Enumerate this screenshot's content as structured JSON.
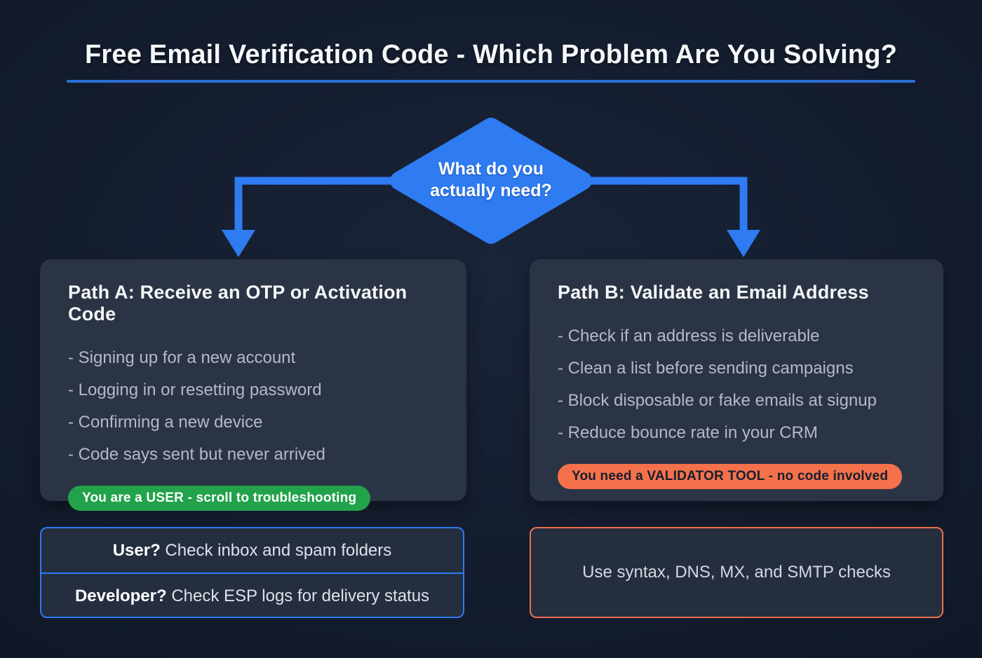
{
  "title": "Free Email Verification Code - Which Problem Are You Solving?",
  "decision": {
    "line1": "What do you",
    "line2": "actually need?"
  },
  "path_a": {
    "heading": "Path A: Receive an OTP or Activation Code",
    "items": [
      "- Signing up for a new account",
      "- Logging in or resetting password",
      "- Confirming a new device",
      "- Code says sent but never arrived"
    ],
    "badge": "You are a USER - scroll to troubleshooting"
  },
  "path_b": {
    "heading": "Path B: Validate an Email Address",
    "items": [
      "- Check if an address is deliverable",
      "- Clean a list before sending campaigns",
      "- Block disposable or fake emails at signup",
      "- Reduce bounce rate in your CRM"
    ],
    "badge": "You need a VALIDATOR TOOL - no code involved"
  },
  "footer": {
    "user_row": {
      "bold": "User?",
      "text": "Check inbox and spam folders"
    },
    "developer_row": {
      "bold": "Developer?",
      "text": "Check ESP logs for delivery status"
    },
    "validator_box": "Use syntax, DNS, MX, and SMTP checks"
  },
  "colors": {
    "accent_blue": "#2e7bf2",
    "accent_orange": "#f4714b",
    "badge_green": "#21a24b",
    "underline_blue": "#2d6fd8",
    "card_background": "#2b3444",
    "page_background": "#141d2e"
  }
}
